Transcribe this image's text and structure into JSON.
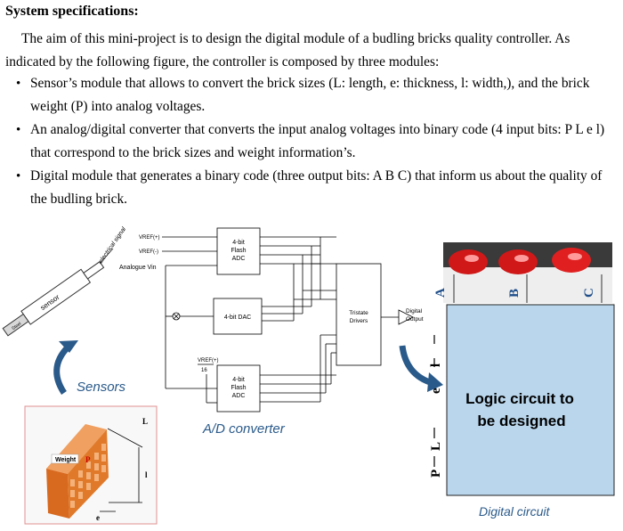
{
  "heading": "System specifications:",
  "intro": "The aim of this mini-project is to design the digital module of a budling bricks quality controller. As indicated by the following figure, the controller is composed by three modules:",
  "bullets": [
    "Sensor’s module that allows to convert the brick sizes (L: length, e: thickness, l: width,), and the brick weight (P) into analog voltages.",
    "An analog/digital converter that converts the input analog voltages into binary code (4 input bits: P L e l) that correspond to the brick sizes and weight information’s.",
    "Digital module that generates a binary code (three output bits: A B C) that inform us about the quality of the budling brick."
  ],
  "figure": {
    "sensor_label": "sensor",
    "sensor_tip": "Steel",
    "electrical_signal": "electrical signal",
    "vref_plus": "VREF(+)",
    "vref_minus": "VREF(-)",
    "analogue_vin": "Analogue Vin",
    "flash_adc_top": [
      "4-bit",
      "Flash",
      "ADC"
    ],
    "dac": "4-bit DAC",
    "vref_div": "VREF(+)",
    "vref_den": "16",
    "flash_adc_bottom": [
      "4-bit",
      "Flash",
      "ADC"
    ],
    "tristate": [
      "Tristate",
      "Drivers"
    ],
    "digital_output": [
      "Digital",
      "Output"
    ],
    "sensors_caption": "Sensors",
    "ad_caption": "A/D converter",
    "weight_label": "Weight",
    "p_label": "P",
    "dim_L": "L",
    "dim_l": "l",
    "dim_e": "e",
    "out_A": "A",
    "out_B": "B",
    "out_C": "C",
    "in_P": "P",
    "in_L": "L",
    "in_e": "e",
    "in_l": "l",
    "logic_text": [
      "Logic circuit to",
      "be designed"
    ],
    "digital_caption": "Digital circuit",
    "colors": {
      "logic_box": "#b9d6ec",
      "caption_blue": "#2a5a8a",
      "brick": "#e07a2a"
    }
  }
}
